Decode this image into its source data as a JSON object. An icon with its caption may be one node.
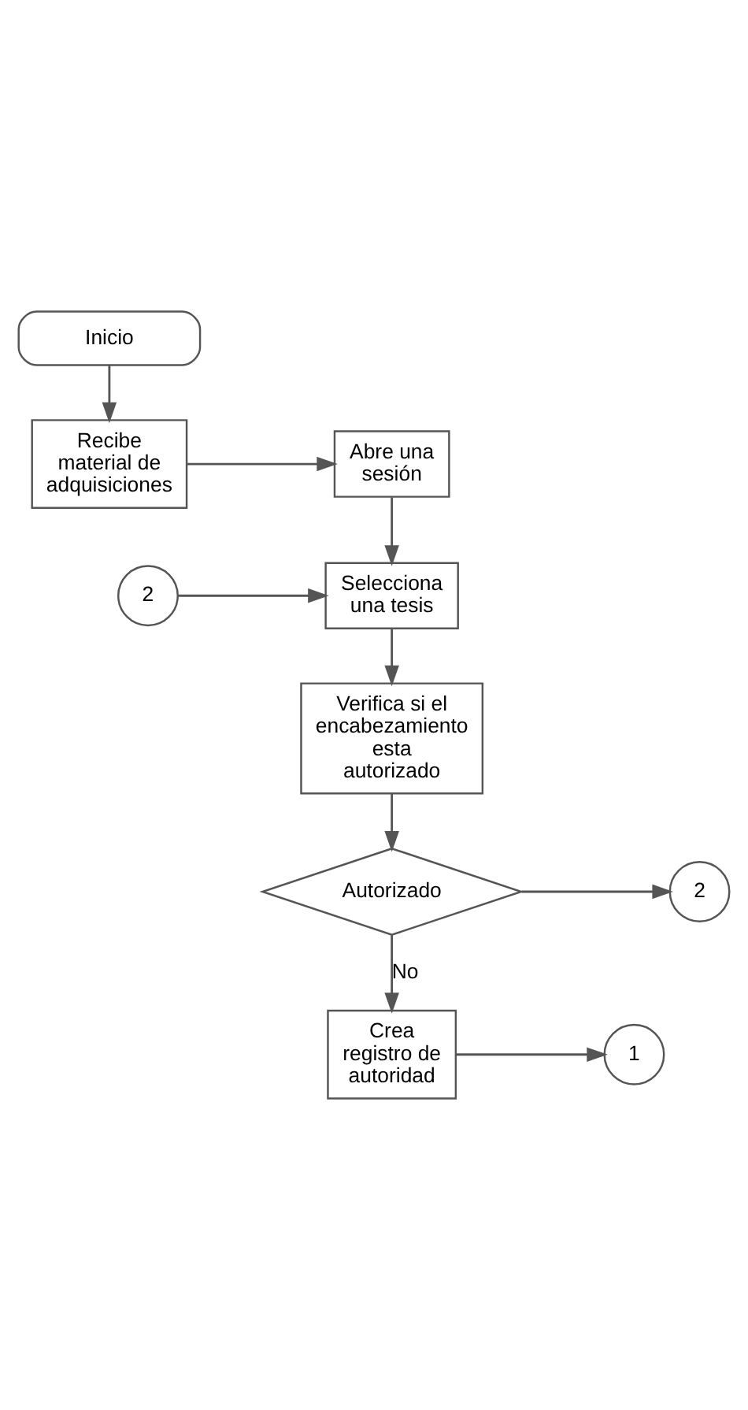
{
  "diagram": {
    "nodes": [
      {
        "text": [
          "Inicio"
        ]
      },
      {
        "text": [
          "Recibe material de adquisiciones"
        ]
      },
      {
        "text": [
          "Abre una sesión"
        ]
      },
      {
        "text": [
          "2"
        ]
      },
      {
        "text": [
          "Selecciona una tesis"
        ]
      },
      {
        "text": [
          "Verifica si el encabezamiento esta autorizado"
        ]
      },
      {
        "text": [
          "2"
        ]
      },
      {
        "text": [
          "Autorizado"
        ]
      },
      {
        "text": [
          "1"
        ]
      },
      {
        "text": [
          "Crea registro de autoridad"
        ]
      }
    ],
    "edges": [
      {
        "from": 0,
        "to": 1,
        "arrow": "to"
      },
      {
        "from": 1,
        "to": 2,
        "arrow": "to"
      },
      {
        "from": 2,
        "to": 4,
        "arrow": "to"
      },
      {
        "from": 3,
        "to": 4,
        "arrow": "to"
      },
      {
        "from": 4,
        "to": 5,
        "arrow": "to"
      },
      {
        "from": 5,
        "to": 7,
        "arrow": "to"
      },
      {
        "from": 7,
        "to": 6,
        "arrow": "to"
      },
      {
        "from": 7,
        "to": 9,
        "arrow": "to",
        "label": "No"
      },
      {
        "from": 9,
        "to": 8,
        "arrow": "to"
      }
    ]
  }
}
